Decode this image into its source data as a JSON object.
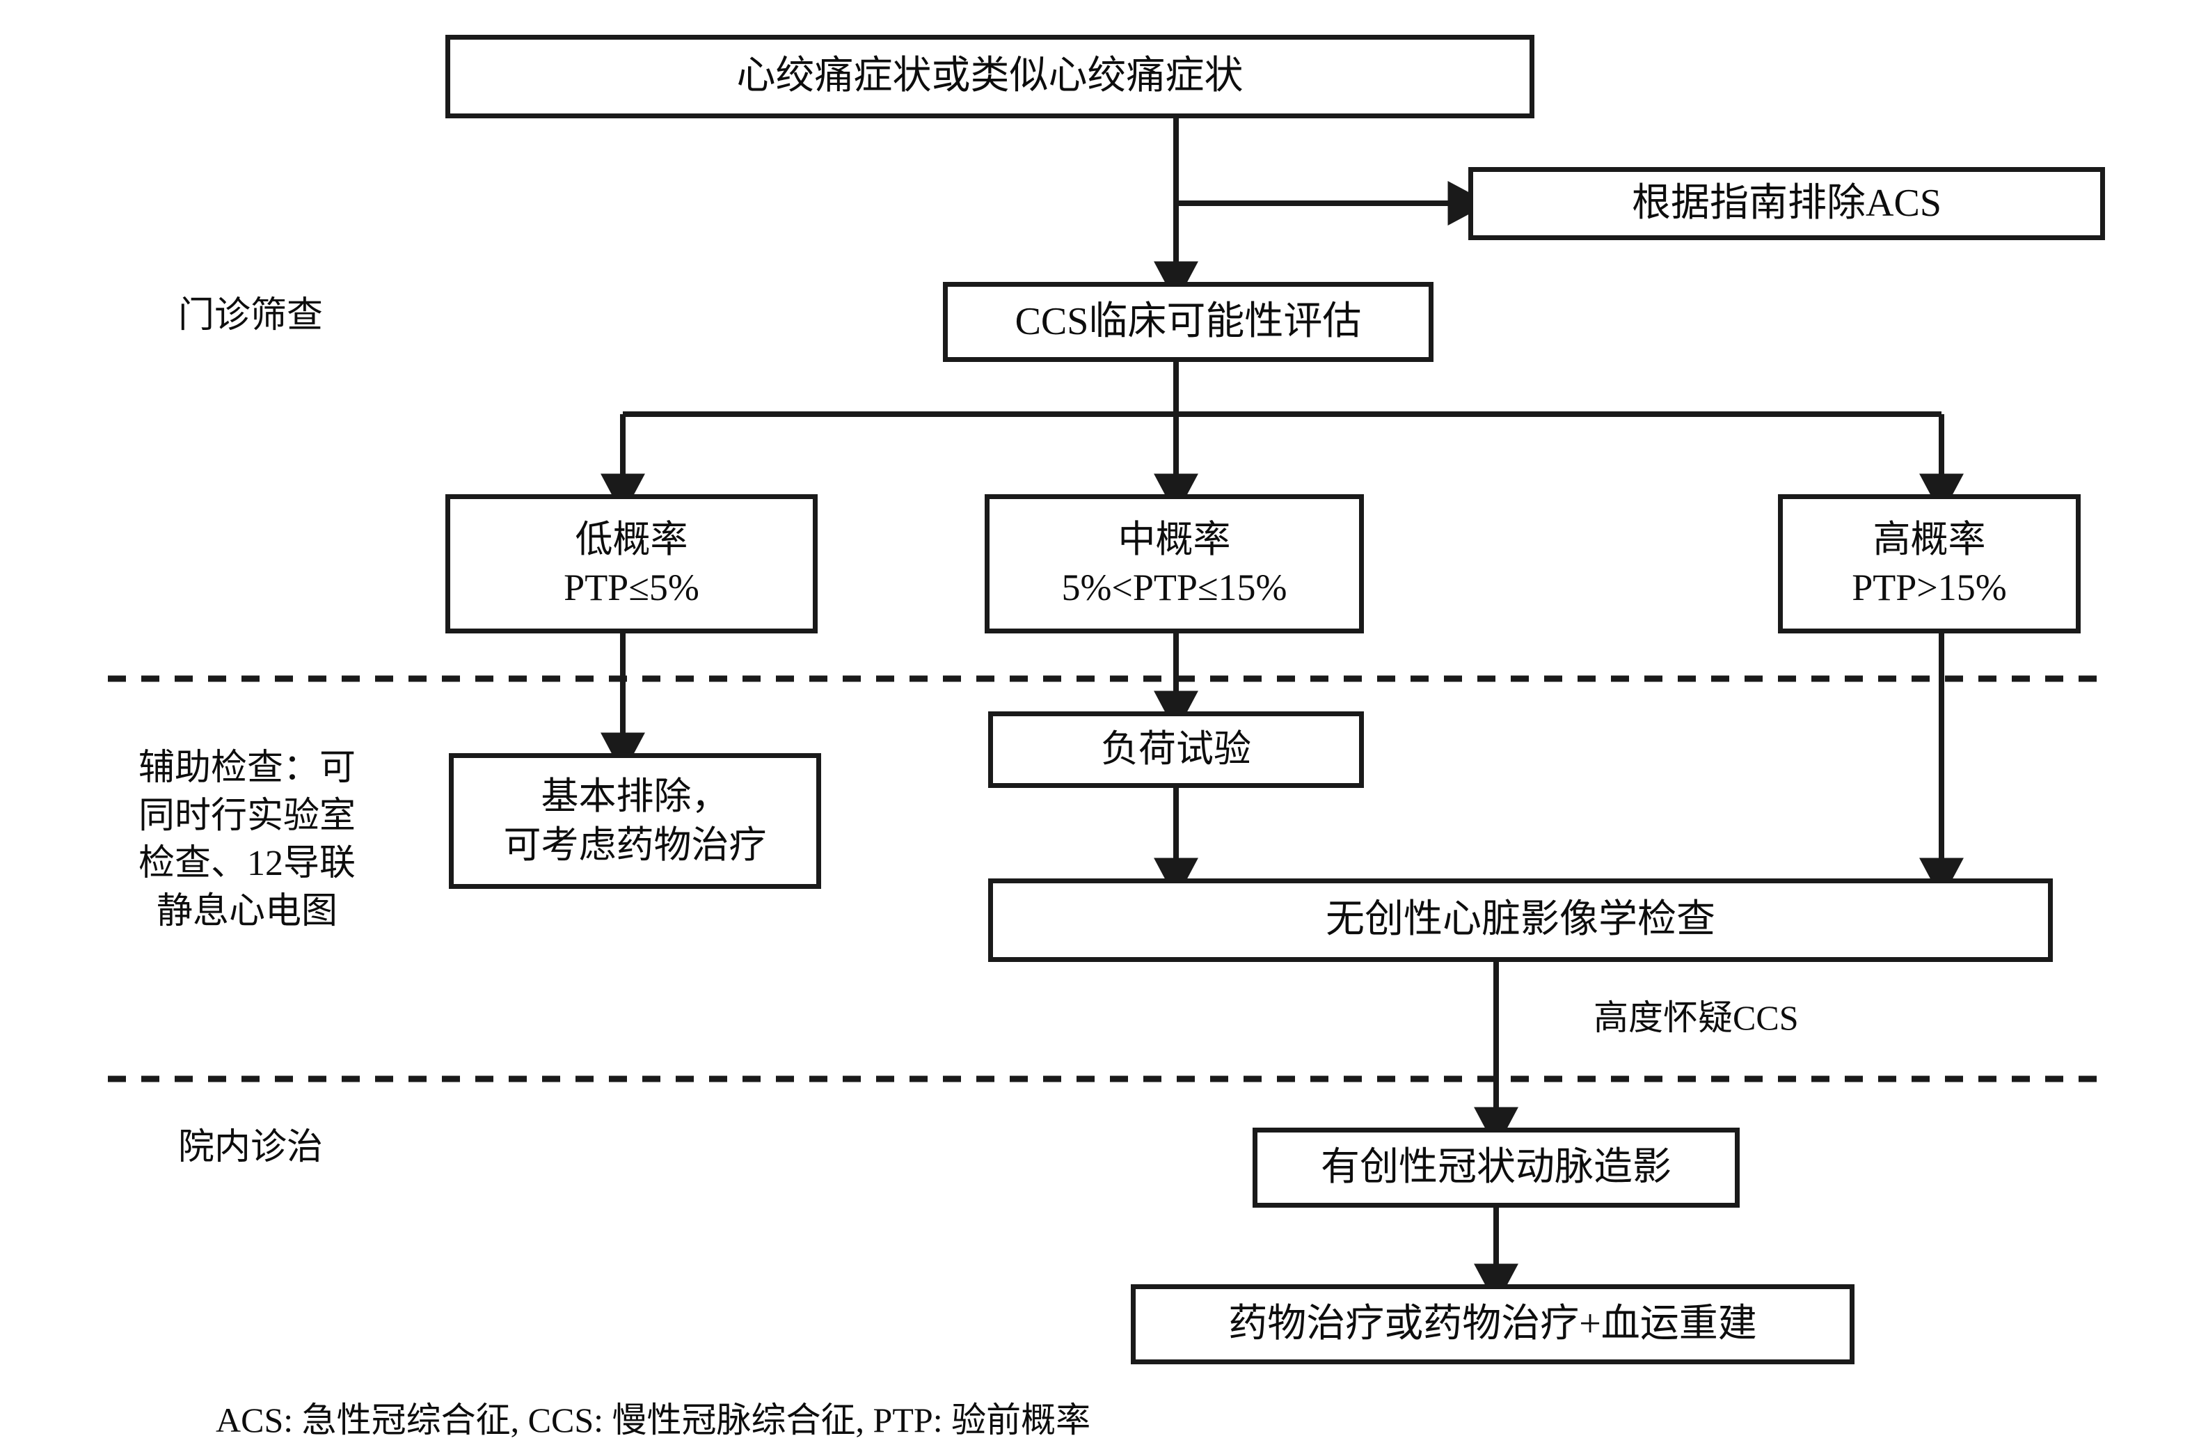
{
  "diagram": {
    "title_nodes": {
      "symptom": "心绞痛症状或类似心绞痛症状",
      "exclude_acs": "根据指南排除ACS",
      "ccs_assessment": "CCS临床可能性评估",
      "low_prob": "低概率\nPTP≤5%",
      "mid_prob": "中概率\n5%<PTP≤15%",
      "high_prob": "高概率\nPTP>15%",
      "basic_exclude": "基本排除，\n可考虑药物治疗",
      "stress_test": "负荷试验",
      "noninvasive_imaging": "无创性心脏影像学检查",
      "invasive_angiography": "有创性冠状动脉造影",
      "treatment": "药物治疗或药物治疗+血运重建"
    },
    "section_labels": {
      "outpatient": "门诊筛查",
      "assisted_exam": "辅助检查：可\n同时行实验室\n检查、12导联\n静息心电图",
      "inpatient": "院内诊治"
    },
    "edge_labels": {
      "high_suspicion": "高度怀疑CCS"
    },
    "legend": "ACS: 急性冠综合征, CCS: 慢性冠脉综合征, PTP: 验前概率",
    "colors": {
      "stroke": "#1a1a1a",
      "background": "#ffffff",
      "text": "#0d0d0d"
    }
  }
}
